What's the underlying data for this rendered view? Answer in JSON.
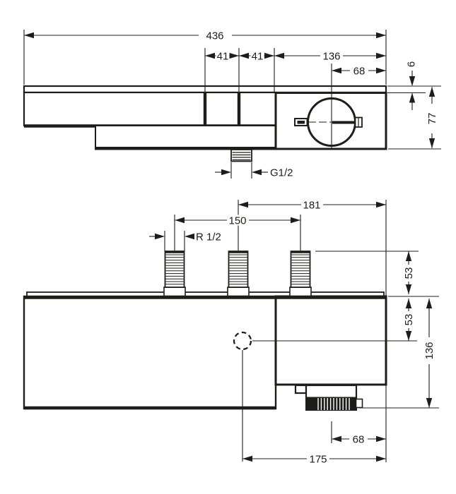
{
  "drawing": {
    "front": {
      "overall_width": "436",
      "spacing_1": "41",
      "spacing_2": "41",
      "module_width": "136",
      "handle_offset": "68",
      "shelf_thickness": "6",
      "height": "77",
      "outlet_thread": "G1/2"
    },
    "plan": {
      "stud_to_edge": "181",
      "stud_spacing": "150",
      "stud_thread": "R 1/2",
      "shelf_depth": "53",
      "outlet_depth": "53",
      "total_depth": "136",
      "knob_offset": "68",
      "outlet_to_edge": "175"
    }
  }
}
